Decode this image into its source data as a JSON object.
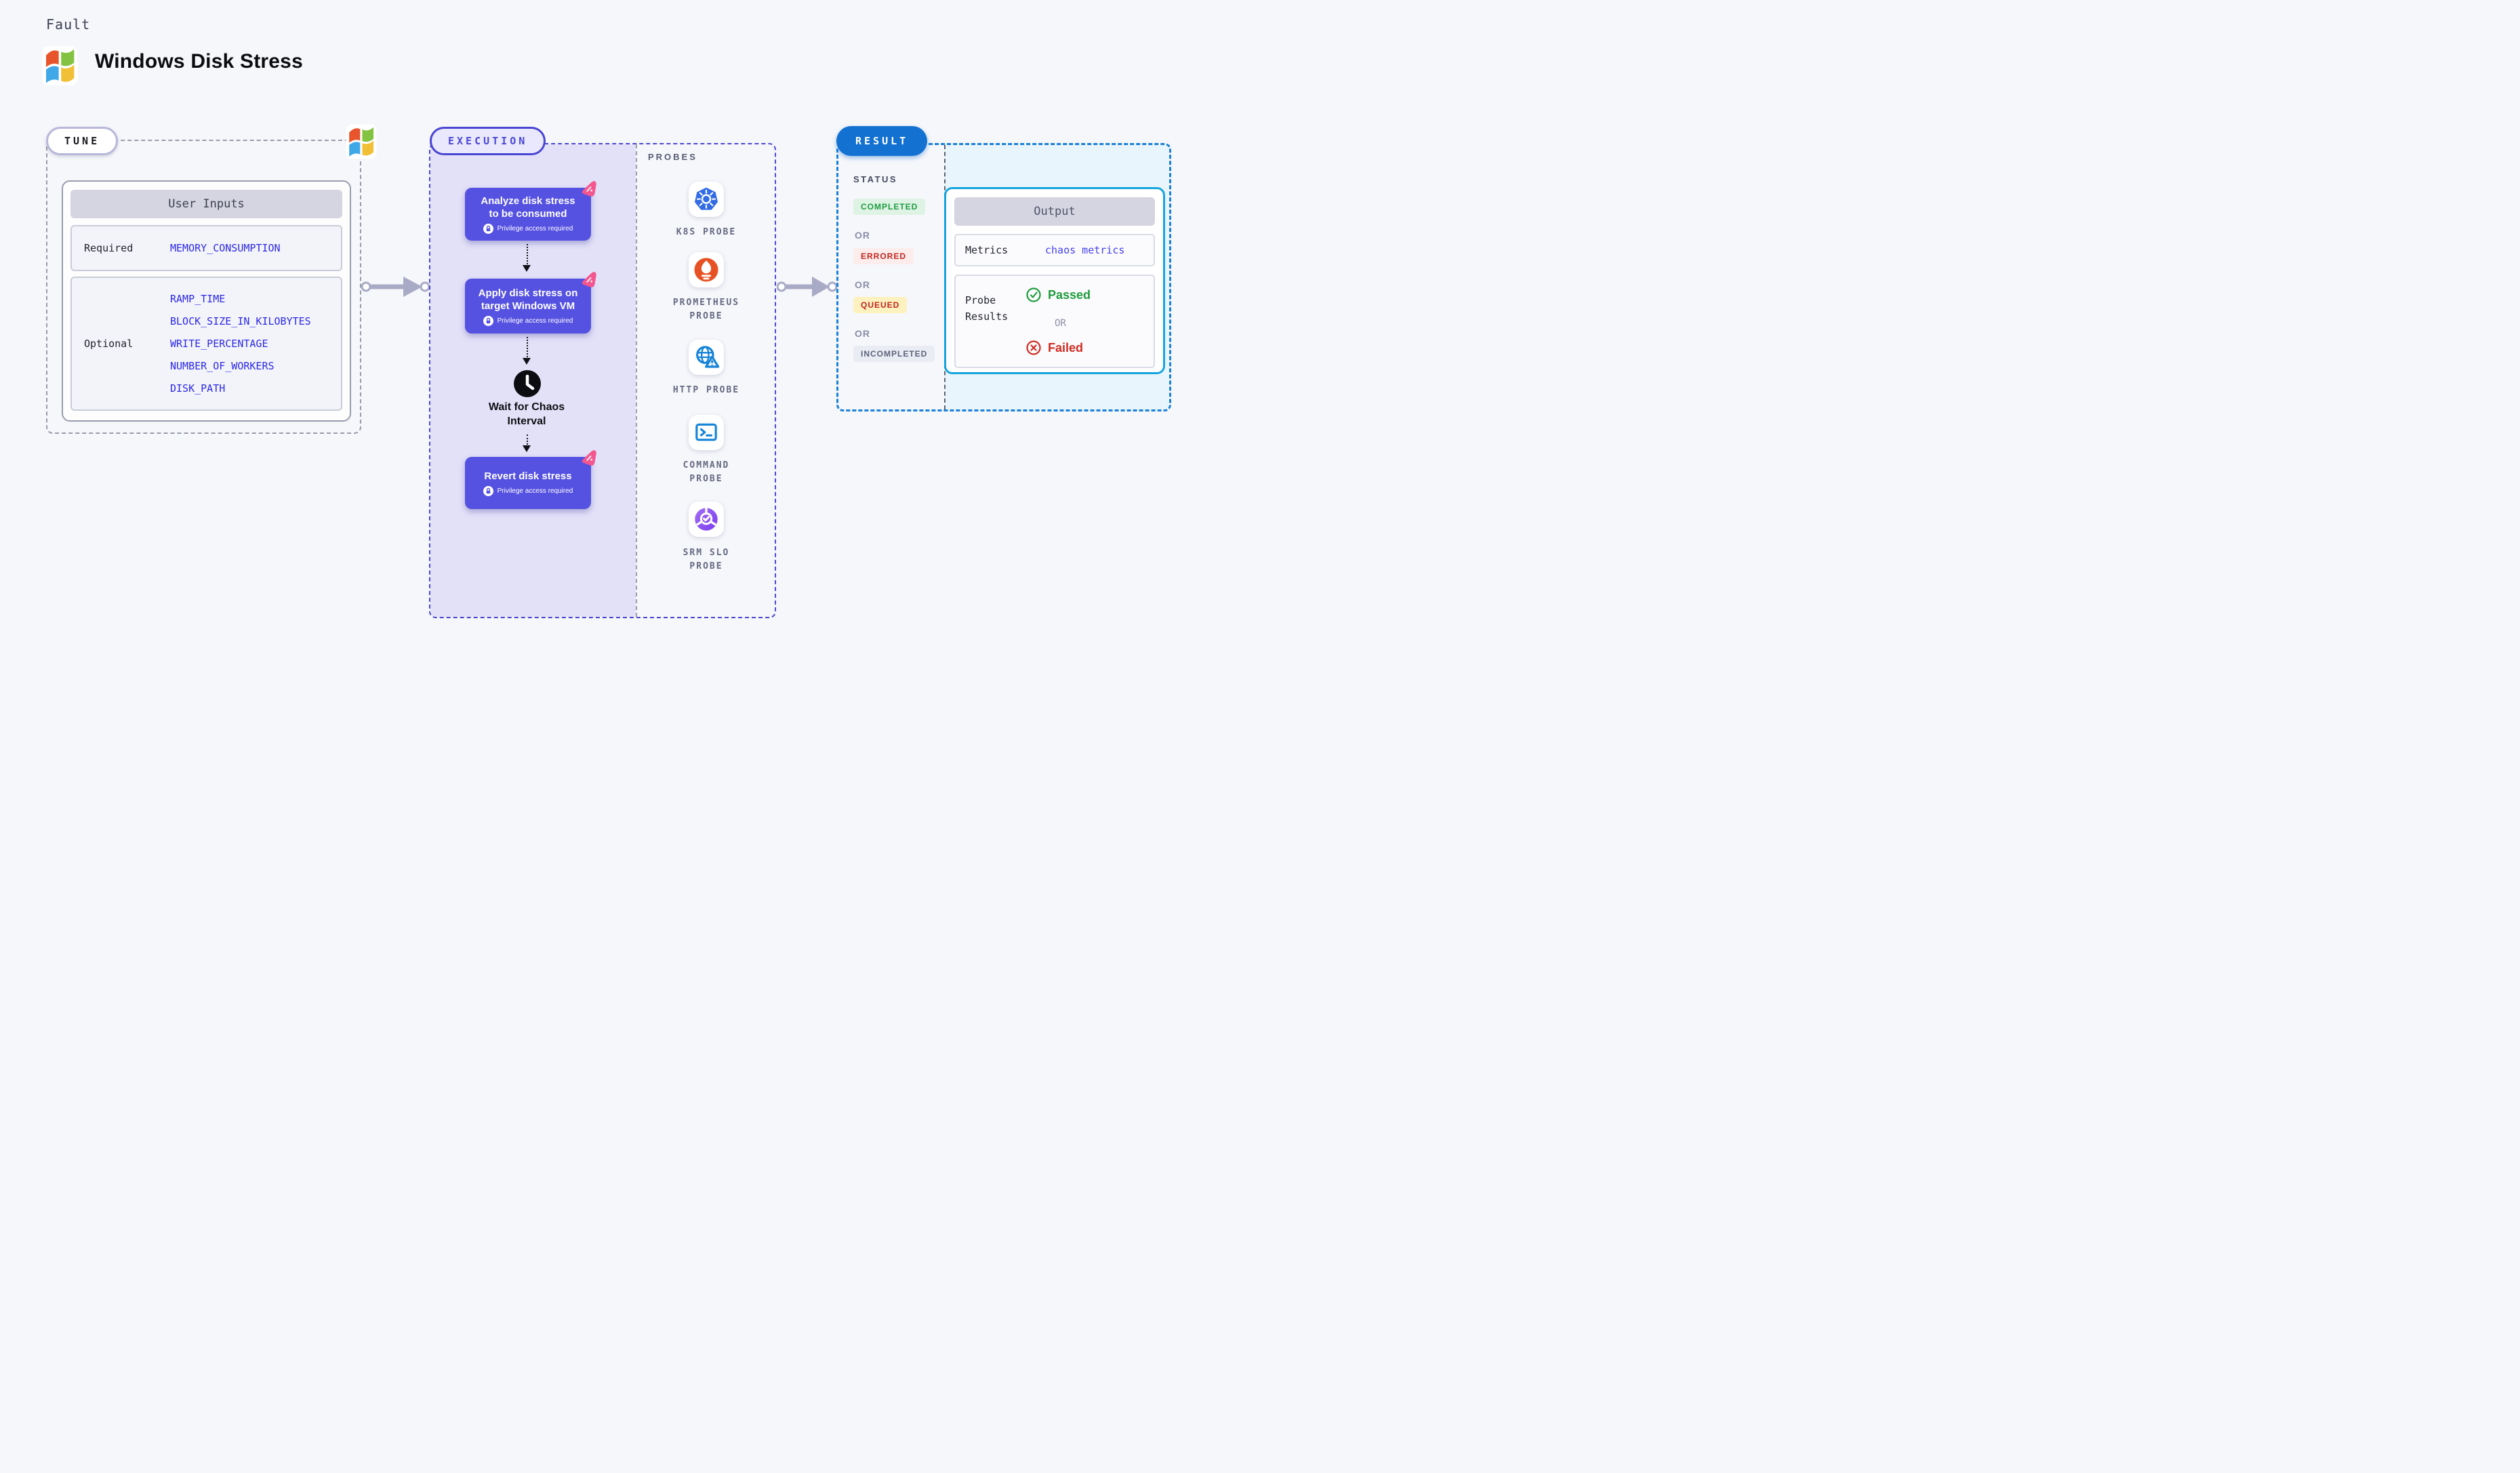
{
  "header": {
    "kicker": "Fault",
    "title": "Windows Disk Stress"
  },
  "tune": {
    "label": "TUNE",
    "user_inputs": {
      "header": "User Inputs",
      "required_label": "Required",
      "required_values": [
        "MEMORY_CONSUMPTION"
      ],
      "optional_label": "Optional",
      "optional_values": [
        "RAMP_TIME",
        "BLOCK_SIZE_IN_KILOBYTES",
        "WRITE_PERCENTAGE",
        "NUMBER_OF_WORKERS",
        "DISK_PATH"
      ]
    }
  },
  "execution": {
    "label": "EXECUTION",
    "steps": [
      {
        "lines": [
          "Analyze disk stress",
          "to be consumed"
        ],
        "badge": "Privilege access required"
      },
      {
        "lines": [
          "Apply disk stress on",
          "target Windows VM"
        ],
        "badge": "Privilege access required"
      },
      {
        "lines": [
          "Revert disk stress"
        ],
        "badge": "Privilege access required"
      }
    ],
    "wait_lines": [
      "Wait for Chaos",
      "Interval"
    ]
  },
  "probes": {
    "heading": "PROBES",
    "items": [
      {
        "icon": "kubernetes-icon",
        "lines": [
          "K8S PROBE"
        ]
      },
      {
        "icon": "prometheus-icon",
        "lines": [
          "PROMETHEUS",
          "PROBE"
        ]
      },
      {
        "icon": "http-globe-warning-icon",
        "lines": [
          "HTTP PROBE"
        ]
      },
      {
        "icon": "terminal-icon",
        "lines": [
          "COMMAND",
          "PROBE"
        ]
      },
      {
        "icon": "slo-pie-check-icon",
        "lines": [
          "SRM SLO",
          "PROBE"
        ]
      }
    ]
  },
  "result": {
    "label": "RESULT",
    "status_heading": "STATUS",
    "or": "OR",
    "statuses": [
      {
        "label": "COMPLETED",
        "color": "#1b9b40",
        "bg": "#def3e3"
      },
      {
        "label": "ERRORED",
        "color": "#c3251d",
        "bg": "#fcecec"
      },
      {
        "label": "QUEUED",
        "color": "#c3251d",
        "bg": "#fdf1bf"
      },
      {
        "label": "INCOMPLETED",
        "color": "#5d627b",
        "bg": "#eaecf3"
      }
    ],
    "output": {
      "header": "Output",
      "metrics_label": "Metrics",
      "metrics_value": "chaos metrics",
      "probe_results_lines": [
        "Probe",
        "Results"
      ],
      "passed": "Passed",
      "or": "OR",
      "failed": "Failed"
    }
  },
  "colors": {
    "accent_indigo": "#5551e1",
    "accent_pink": "#f3578f",
    "execution_border": "#4a46d0",
    "result_pill_blue": "#1371d1",
    "result_border_blue": "#1780d8",
    "output_border_cyan": "#15a5de",
    "param_blue": "#2b28e8",
    "metrics_value_indigo": "#4540ed",
    "passed_green": "#1f9c3d",
    "failed_red": "#d02b21",
    "queued_bg_yellow": "#fdf1bf"
  }
}
